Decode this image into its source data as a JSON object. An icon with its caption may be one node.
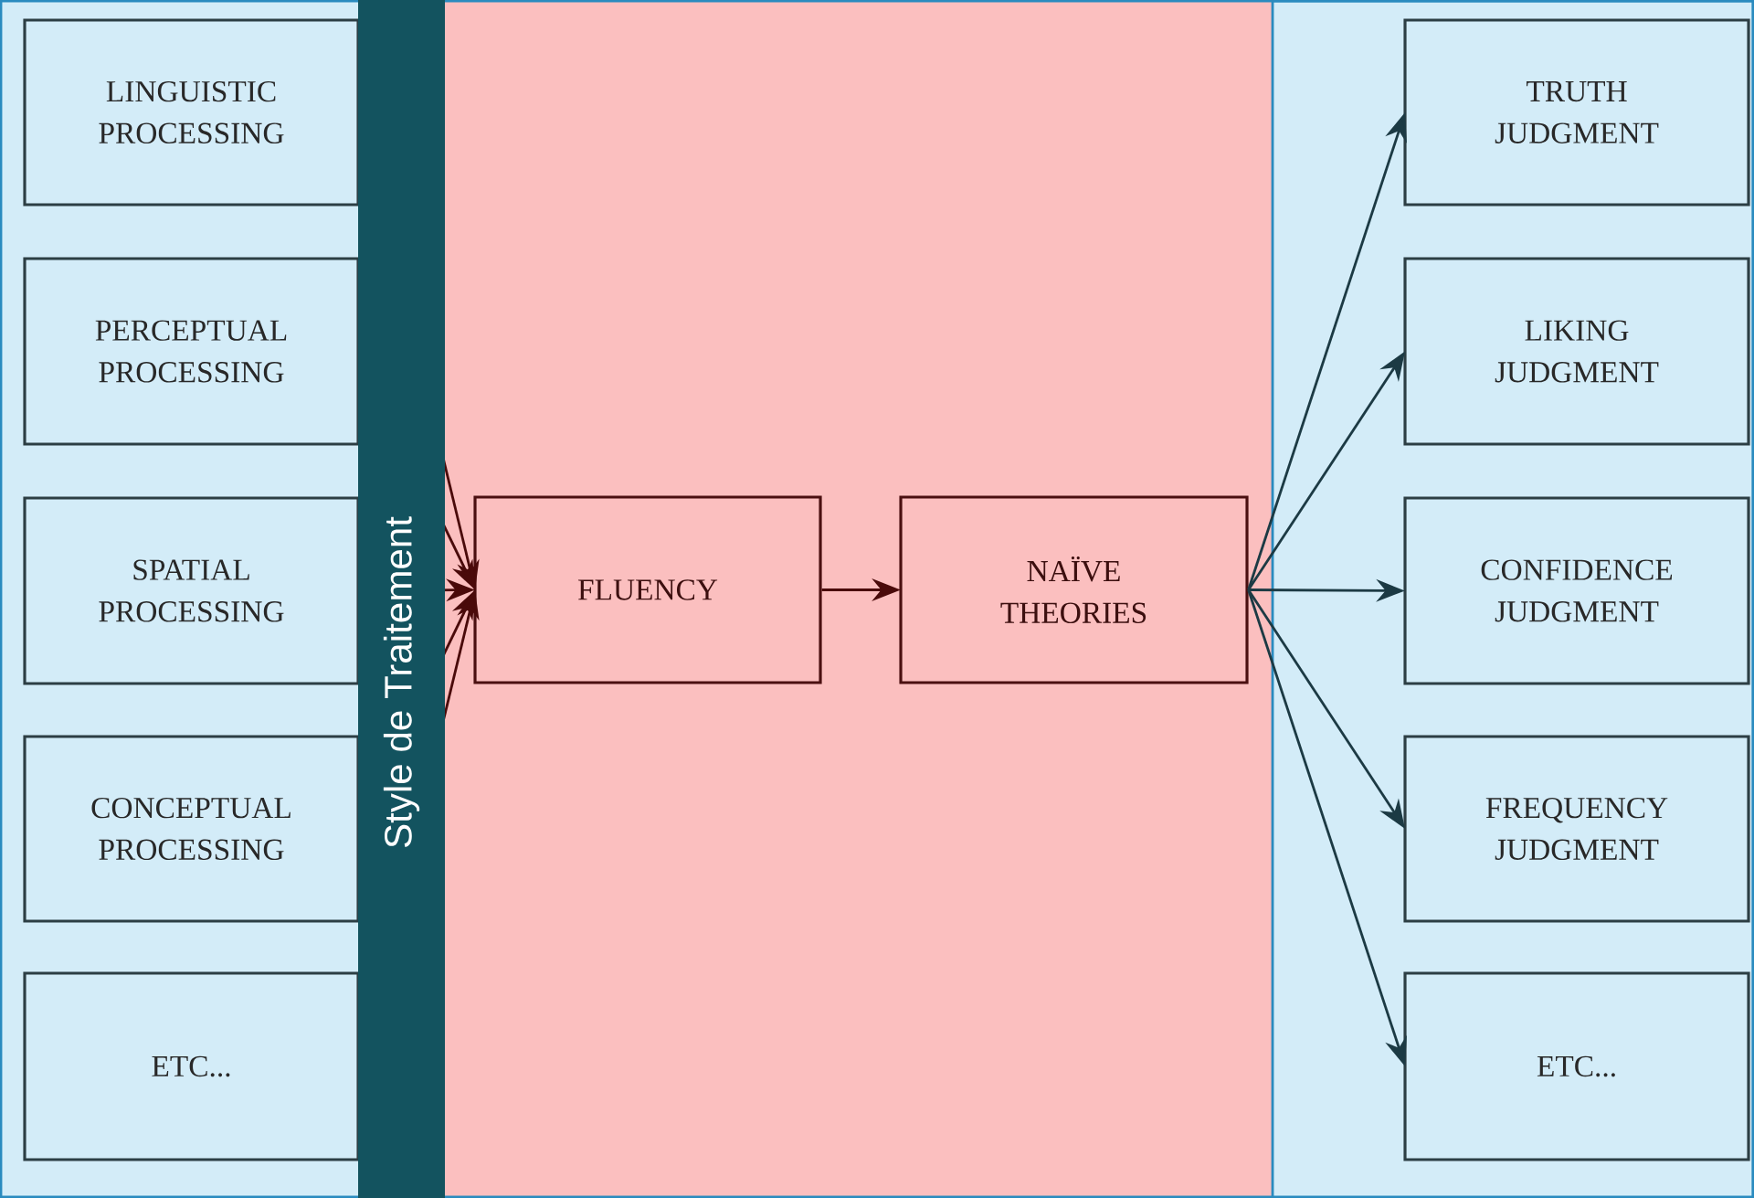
{
  "diagram": {
    "nodes": [
      {
        "text": [
          "LINGUISTIC PROCESSING"
        ]
      },
      {
        "text": [
          "PERCEPTUAL PROCESSING"
        ]
      },
      {
        "text": [
          "SPATIAL PROCESSING"
        ]
      },
      {
        "text": [
          "CONCEPTUAL PROCESSING"
        ]
      },
      {
        "text": [
          "ETC..."
        ]
      },
      {
        "text": [
          "FLUENCY"
        ]
      },
      {
        "text": [
          "NAÏVE THEORIES"
        ]
      },
      {
        "text": [
          "TRUTH JUDGMENT"
        ]
      },
      {
        "text": [
          "LIKING JUDGMENT"
        ]
      },
      {
        "text": [
          "CONFIDENCE JUDGMENT"
        ]
      },
      {
        "text": [
          "FREQUENCY JUDGMENT"
        ]
      },
      {
        "text": [
          "ETC..."
        ]
      }
    ],
    "edges": [
      {
        "from": 0,
        "to": 5,
        "arrow": "to"
      },
      {
        "from": 1,
        "to": 5,
        "arrow": "to"
      },
      {
        "from": 2,
        "to": 5,
        "arrow": "to"
      },
      {
        "from": 3,
        "to": 5,
        "arrow": "to"
      },
      {
        "from": 4,
        "to": 5,
        "arrow": "to"
      },
      {
        "from": 5,
        "to": 6,
        "arrow": "to"
      },
      {
        "from": 6,
        "to": 7,
        "arrow": "to",
        "color": "#1c3a44"
      },
      {
        "from": 6,
        "to": 8,
        "arrow": "to",
        "color": "#1c3a44"
      },
      {
        "from": 6,
        "to": 9,
        "arrow": "to",
        "color": "#1c3a44"
      },
      {
        "from": 6,
        "to": 10,
        "arrow": "to",
        "color": "#1c3a44"
      },
      {
        "from": 6,
        "to": 11,
        "arrow": "to",
        "color": "#1c3a44"
      }
    ],
    "labels": [
      "Style de Traitement"
    ]
  }
}
